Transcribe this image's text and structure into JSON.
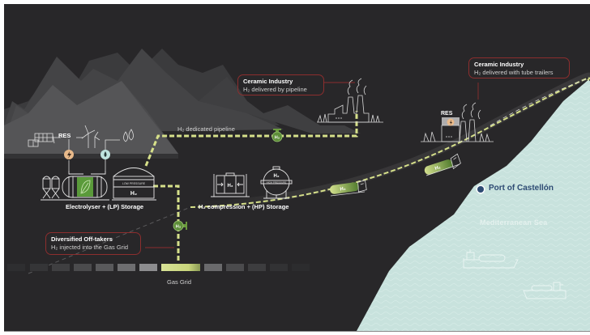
{
  "diagram": {
    "title": "Hydrogen value chain - Port of Castellón",
    "labels": {
      "res_left": "RES",
      "res_factory": "RES",
      "pipeline": "H₂ dedicated pipeline",
      "electrolyser": "Electrolyser + (LP) Storage",
      "lp_tank_text": "LOW PRESSURE",
      "lp_tank_h2": "H₂",
      "compression": "H₂ compression + (HP) Storage",
      "compressor_h2": "H₂",
      "hp_tank_h2": "H₂",
      "hp_tank_text": "HIGH PRESSURE",
      "gas_grid": "Gas Grid",
      "valve_h2": "H₂",
      "truck_h2": "H₂"
    },
    "callouts": {
      "ceramic_pipeline": {
        "title": "Ceramic Industry",
        "subtitle": "H₂ delivered by pipeline"
      },
      "ceramic_trailers": {
        "title": "Ceramic Industry",
        "subtitle": "H₂ delivered with tube trailers"
      },
      "offtakers": {
        "title": "Diversified Off-takers",
        "subtitle": "H₂ injected into the Gas Grid"
      }
    },
    "map": {
      "port": "Port of Castellón",
      "sea": "Mediterranean Sea"
    },
    "colors": {
      "background": "#282729",
      "mountain_light": "#4a4a4b",
      "mountain_dark": "#3a3a3c",
      "pipeline": "#d6e08a",
      "callout_border": "#8c2e2e",
      "sea": "#c8e2dd",
      "port_text": "#2d4a73",
      "h2_green": "#5e8e3a",
      "res_orange": "#e8b98a",
      "water_teal": "#bfe3de"
    }
  }
}
